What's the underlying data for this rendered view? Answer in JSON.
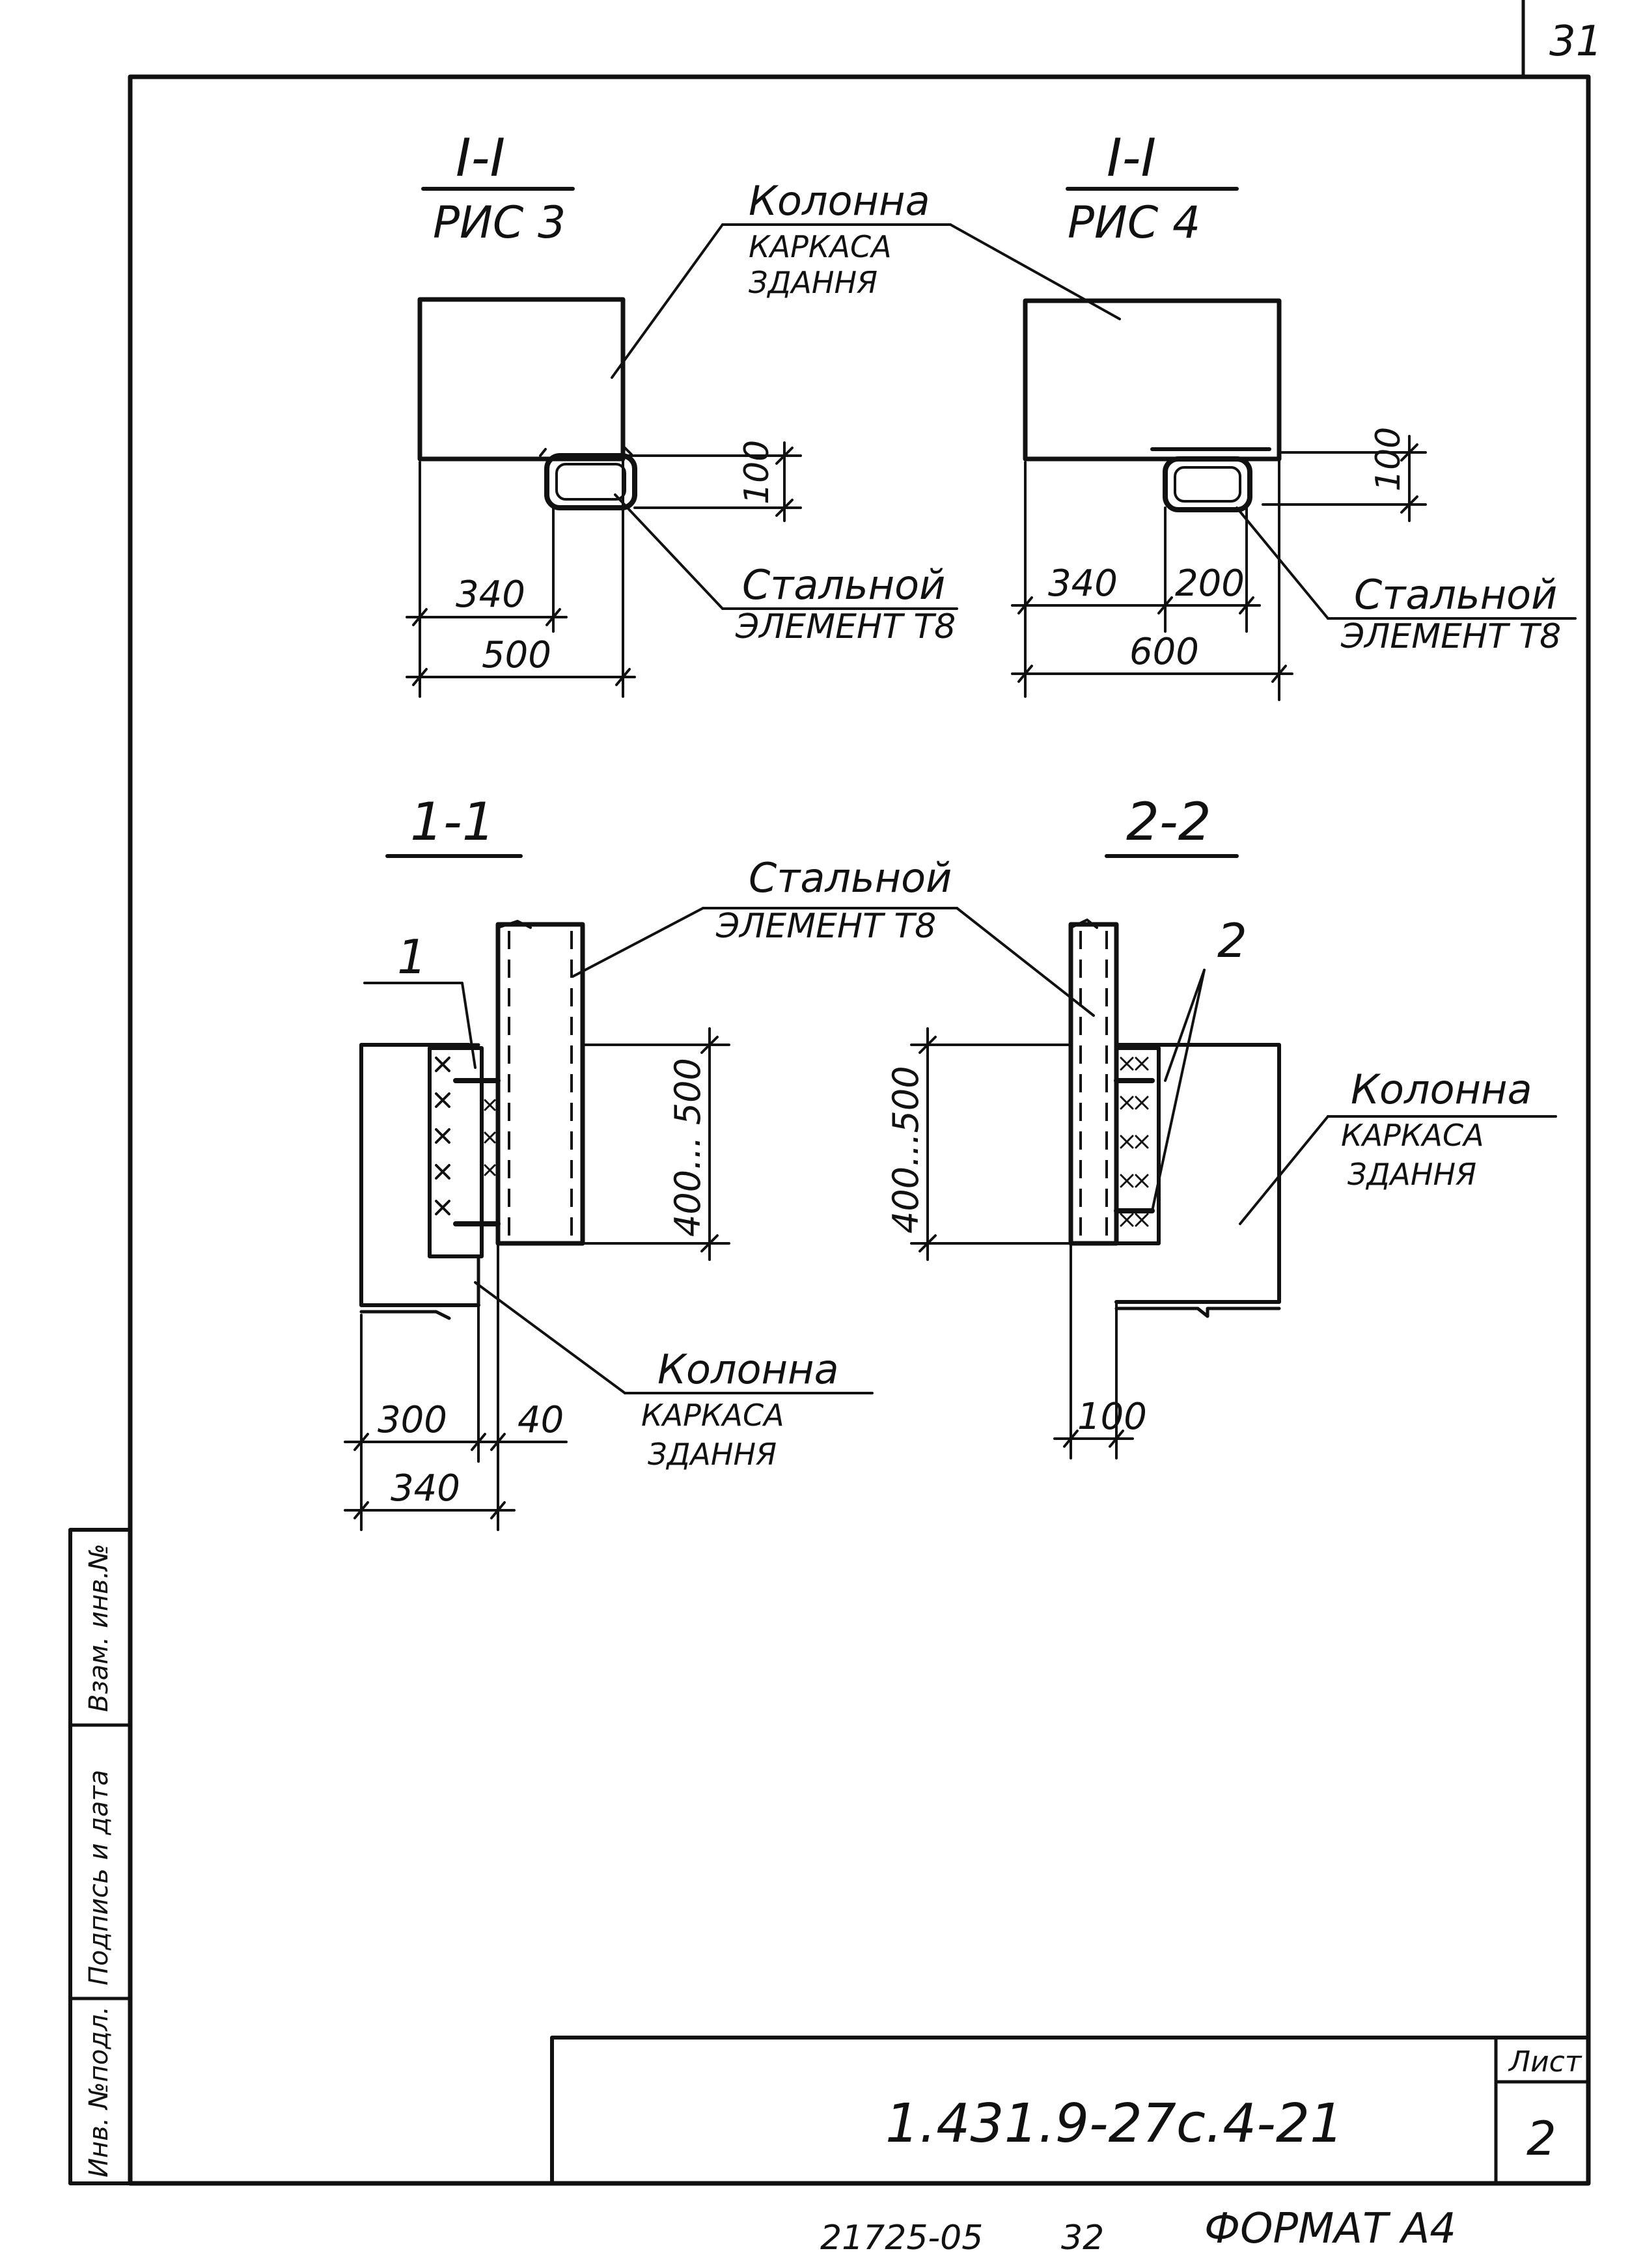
{
  "sheet_corner_number": "31",
  "sections": {
    "s1": {
      "title": "I-I",
      "subtitle": "РИС 3"
    },
    "s2": {
      "title": "I-I",
      "subtitle": "РИС 4"
    },
    "s3": {
      "title": "1-1"
    },
    "s4": {
      "title": "2-2"
    }
  },
  "labels": {
    "column_line1": "Колонна",
    "column_line2": "КАРКАСА",
    "column_line3": "ЗДАННЯ",
    "steel_line1": "Стальной",
    "steel_line2": "ЭЛЕМЕНТ Т8",
    "mark_1": "1",
    "mark_2": "2"
  },
  "dimensions": {
    "s1_340": "340",
    "s1_500": "500",
    "s1_100": "100",
    "s2_340": "340",
    "s2_200": "200",
    "s2_600": "600",
    "s2_100": "100",
    "s3_400_500": "400... 500",
    "s3_300": "300",
    "s3_40": "40",
    "s3_340": "340",
    "s4_400_500": "400...500",
    "s4_100": "100"
  },
  "side_stamp": [
    "Инв. №подл.",
    "Подпись и дата",
    "Взам. инв.№"
  ],
  "title_block": {
    "sheet_label": "Лист",
    "designation": "1.431.9-27с.4-21",
    "sheet_number": "2"
  },
  "footer": {
    "code": "21725-05",
    "page": "32",
    "format": "ФОРМАТ А4"
  }
}
